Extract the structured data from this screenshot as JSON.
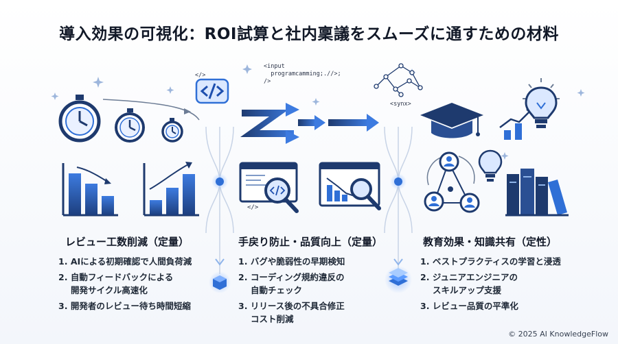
{
  "title": "導入効果の可視化：ROI試算と社内稟議をスムーズに通すための材料",
  "code_snippets": {
    "tag": "</>",
    "input_block": [
      "<input",
      "  programcamming;.//>;",
      "/>"
    ],
    "synx": "<synx>",
    "inline_tag": "</>"
  },
  "columns": [
    {
      "heading": "レビュー工数削減（定量）",
      "items": [
        {
          "num": "1.",
          "lines": [
            "AIによる初期確認で人間負荷減"
          ]
        },
        {
          "num": "2.",
          "lines": [
            "自動フィードバックによる",
            "開発サイクル高速化"
          ]
        },
        {
          "num": "3.",
          "lines": [
            "開発者のレビュー待ち時間短縮"
          ]
        }
      ]
    },
    {
      "heading": "手戻り防止・品質向上（定量）",
      "items": [
        {
          "num": "1.",
          "lines": [
            "バグや脆弱性の早期検知"
          ]
        },
        {
          "num": "2.",
          "lines": [
            "コーディング規約違反の",
            "自動チェック"
          ]
        },
        {
          "num": "3.",
          "lines": [
            "リリース後の不具合修正",
            "コスト削減"
          ]
        }
      ]
    },
    {
      "heading": "教育効果・知識共有（定性）",
      "items": [
        {
          "num": "1.",
          "lines": [
            "ベストプラクティスの学習と浸透"
          ]
        },
        {
          "num": "2.",
          "lines": [
            "ジュニアエンジニアの",
            "スキルアップ支援"
          ]
        },
        {
          "num": "3.",
          "lines": [
            "レビュー品質の平準化"
          ]
        }
      ]
    }
  ],
  "footer": "© 2025 AI KnowledgeFlow",
  "colors": {
    "navy": "#1e3a6e",
    "blue": "#2f6fd6",
    "light_blue": "#8fb4ea",
    "text": "#111827"
  }
}
